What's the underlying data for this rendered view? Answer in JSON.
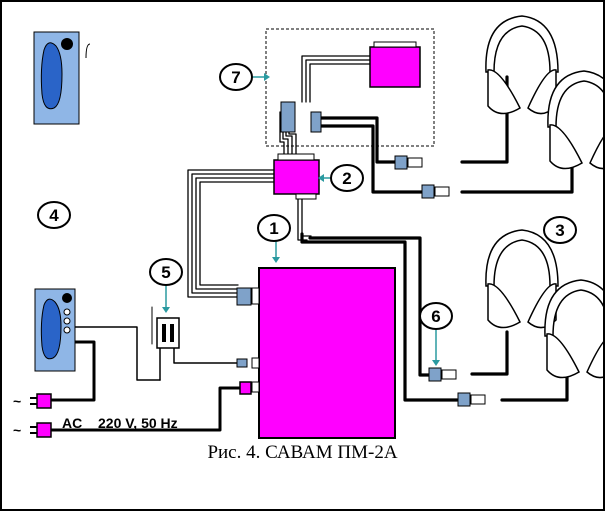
{
  "colors": {
    "device": "#ff00ff",
    "connector": "#7fa2c9",
    "remote_fill": "#8fb6e6",
    "remote_pad": "#2a64c8",
    "line": "#000000",
    "arrow": "#2a9aa0"
  },
  "callouts": {
    "c1": "1",
    "c2": "2",
    "c3": "3",
    "c4": "4",
    "c5": "5",
    "c6": "6",
    "c7": "7"
  },
  "power": {
    "ac_label": "AC",
    "voltage_label": "220 V, 50 Hz"
  },
  "caption": "Рис. 4. САВАМ ПМ-2А",
  "icons": {
    "remote": "remote-control-icon",
    "headphones": "headphones-icon",
    "plug": "power-plug-icon"
  }
}
